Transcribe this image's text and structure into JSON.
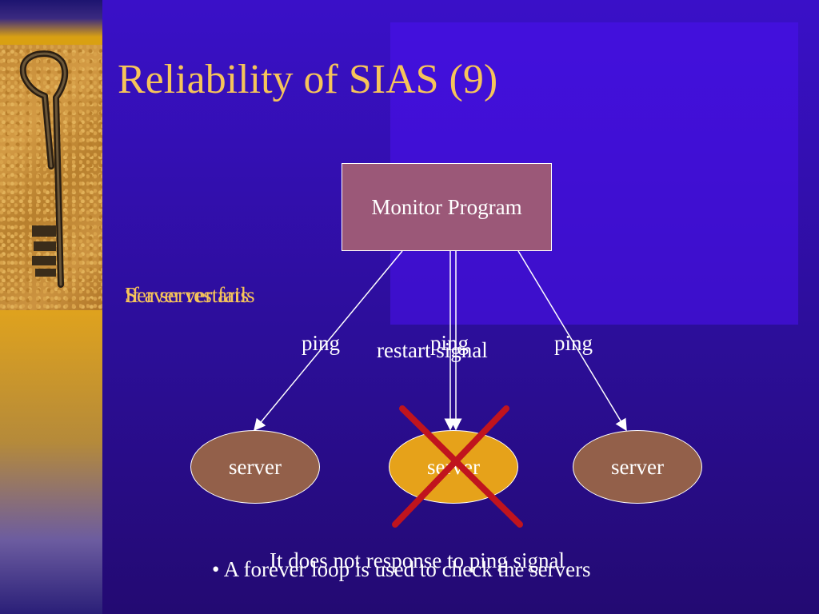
{
  "slide": {
    "title": "Reliability of SIAS (9)"
  },
  "diagram": {
    "monitor_label": "Monitor Program",
    "servers": [
      "server",
      "server",
      "server"
    ],
    "ping_labels": [
      "ping",
      "ping",
      "ping"
    ],
    "restart_label": "restart signal",
    "status_lines": [
      "If a server fails",
      "Server restarts"
    ],
    "failure_note": "It does not response to ping signal",
    "bullet": "• A forever loop is used to check the servers",
    "colors": {
      "title": "#f6c45a",
      "monitor_fill": "#9b5878",
      "server_fill": "#93604a",
      "failed_server_fill": "#e6a21a",
      "cross": "#c0141e"
    },
    "icons": [
      "key-icon",
      "cross-mark-icon"
    ]
  }
}
